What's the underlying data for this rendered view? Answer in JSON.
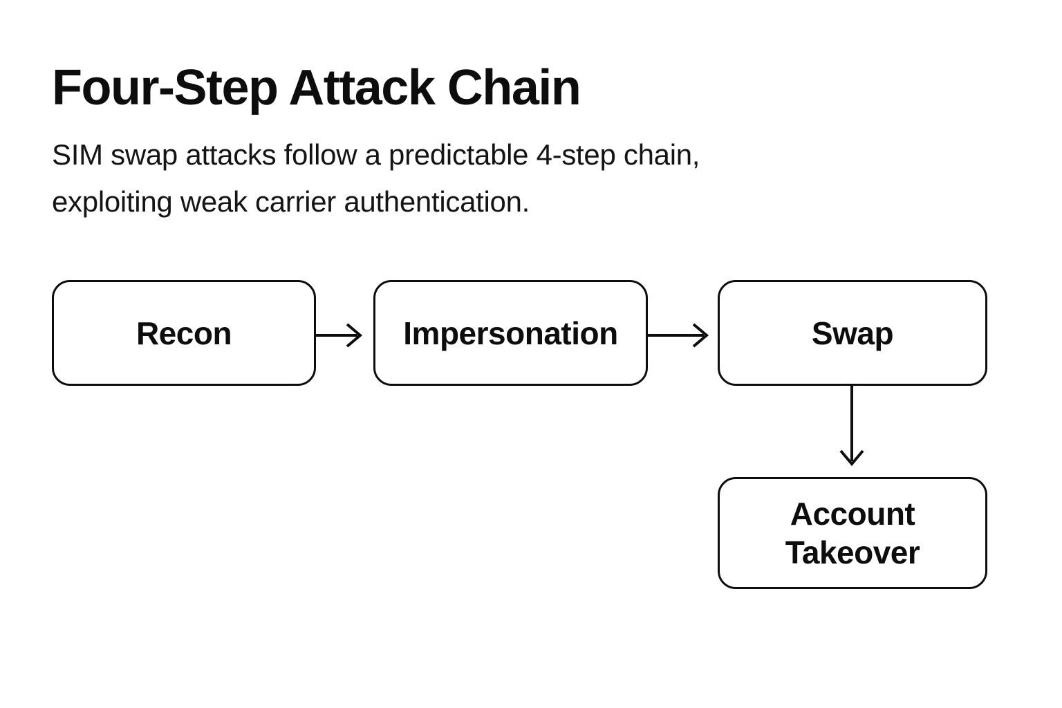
{
  "header": {
    "title": "Four-Step Attack Chain",
    "subtitle_lines": [
      "SIM swap attacks follow a predictable 4-step chain,",
      "exploiting weak carrier authentication."
    ]
  },
  "diagram": {
    "type": "flowchart",
    "nodes": [
      {
        "id": "recon",
        "label": "Recon"
      },
      {
        "id": "impersonation",
        "label": "Impersonation"
      },
      {
        "id": "swap",
        "label": "Swap"
      },
      {
        "id": "account_takeover",
        "label": "Account Takeover"
      }
    ],
    "edges": [
      {
        "from": "recon",
        "to": "impersonation",
        "direction": "right",
        "style": "open-arrow"
      },
      {
        "from": "impersonation",
        "to": "swap",
        "direction": "right",
        "style": "open-arrow"
      },
      {
        "from": "swap",
        "to": "account_takeover",
        "direction": "down",
        "style": "open-arrow"
      }
    ],
    "colors": {
      "background": "#ffffff",
      "text": "#0d0d0d",
      "node_border": "#0d0d0d",
      "arrow": "#0d0d0d"
    }
  }
}
